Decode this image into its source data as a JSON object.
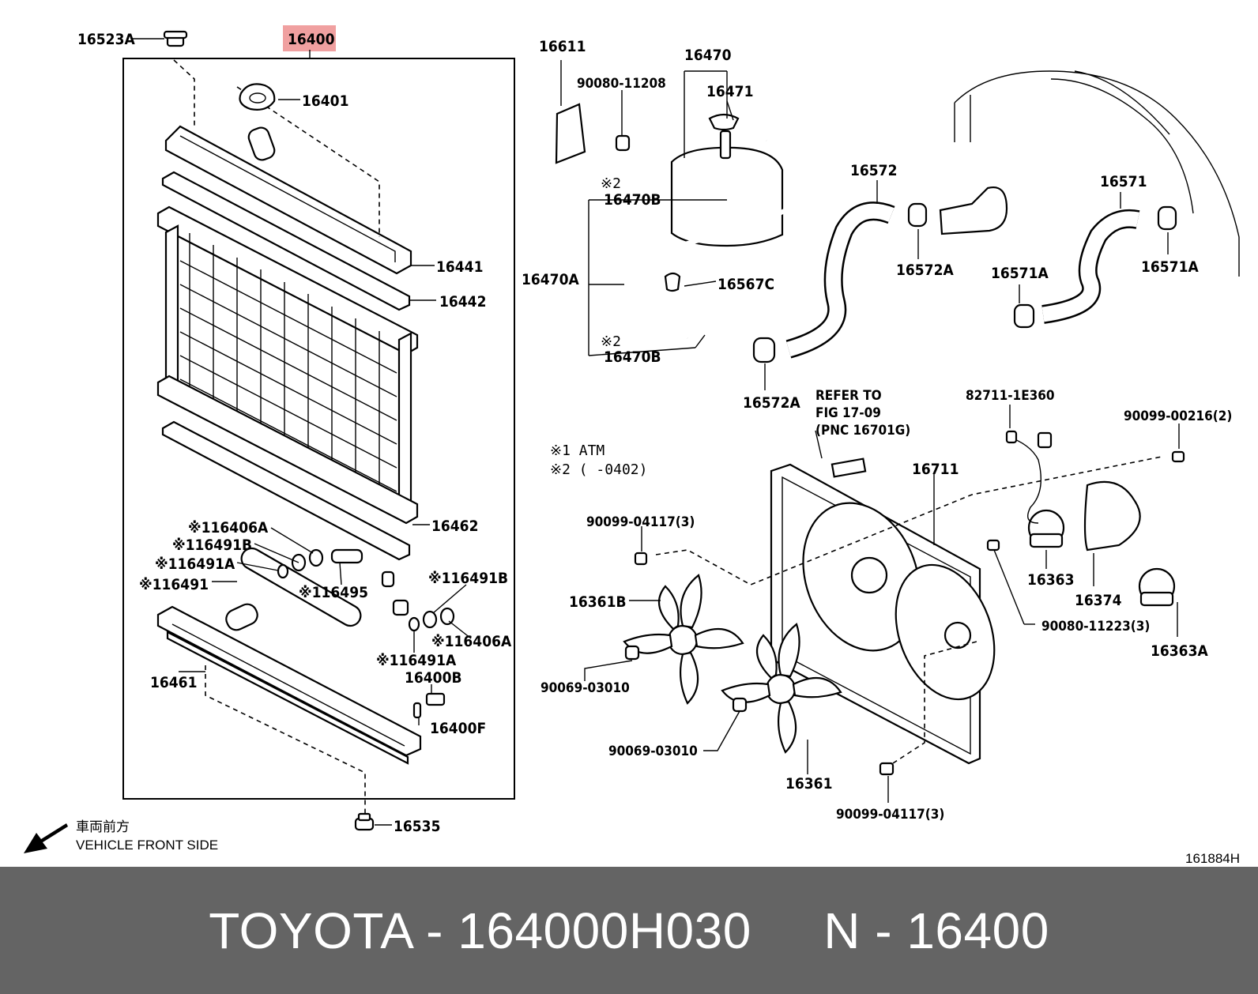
{
  "labels": {
    "p16523A": "16523A",
    "p16400": "16400",
    "p16401": "16401",
    "p16441": "16441",
    "p16442": "16442",
    "p16462": "16462",
    "p16406A_l": "※116406A",
    "p16491B_l": "※116491B",
    "p16491A_l": "※116491A",
    "p16491_l": "※116491",
    "p16495": "※116495",
    "p16491B_r": "※116491B",
    "p16406A_r": "※116406A",
    "p16491A_r": "※116491A",
    "p16400B": "16400B",
    "p16400F": "16400F",
    "p16461": "16461",
    "p16535": "16535",
    "p16611": "16611",
    "p90080_11208": "90080-11208",
    "p16470": "16470",
    "p16471": "16471",
    "note2_top": "※2",
    "p16470B_top": "16470B",
    "p16470A": "16470A",
    "p16567C": "16567C",
    "note2_bot": "※2",
    "p16470B_bot": "16470B",
    "p16572": "16572",
    "p16572A_top": "16572A",
    "p16572A_bot": "16572A",
    "p16571": "16571",
    "p16571A_l": "16571A",
    "p16571A_r": "16571A",
    "refer_1": "REFER TO",
    "refer_2": "FIG 17-09",
    "refer_3": "(PNC 16701G)",
    "p82711": "82711-1E360",
    "p90099_00216": "90099-00216(2)",
    "legend_1": "※1 ATM",
    "legend_2": "※2 (      -0402)",
    "p16711": "16711",
    "p90099_04117_top": "90099-04117(3)",
    "p16361B": "16361B",
    "p16363": "16363",
    "p16374": "16374",
    "p90080_11223": "90080-11223(3)",
    "p16363A": "16363A",
    "p90069_03010_a": "90069-03010",
    "p90069_03010_b": "90069-03010",
    "p16361": "16361",
    "p90099_04117_bot": "90099-04117(3)",
    "front_jp": "車両前方",
    "front_en": "VEHICLE FRONT SIDE",
    "fig_code": "161884H"
  },
  "highlight_color": "#f0a0a0",
  "footer": {
    "text": "TOYOTA - 164000H030     N - 16400",
    "bg": "#646464"
  }
}
